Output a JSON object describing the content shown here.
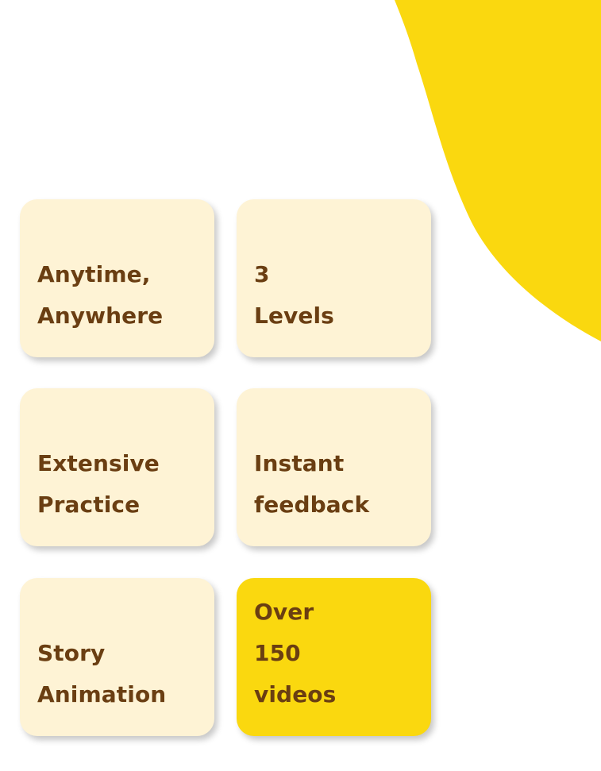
{
  "colors": {
    "background": "#ffffff",
    "blob": "#fad80f",
    "card_light": "#fef3d5",
    "card_accent": "#fad80f",
    "text": "#6a3e12"
  },
  "features": [
    {
      "line1": "Anytime,",
      "line2": "Anywhere"
    },
    {
      "line1": "3",
      "line2": "Levels"
    },
    {
      "line1": "Extensive",
      "line2": "Practice"
    },
    {
      "line1": "Instant",
      "line2": "feedback"
    },
    {
      "line1": "Story",
      "line2": "Animation"
    },
    {
      "line1": "Over",
      "line2": "150",
      "line3": "videos"
    }
  ]
}
